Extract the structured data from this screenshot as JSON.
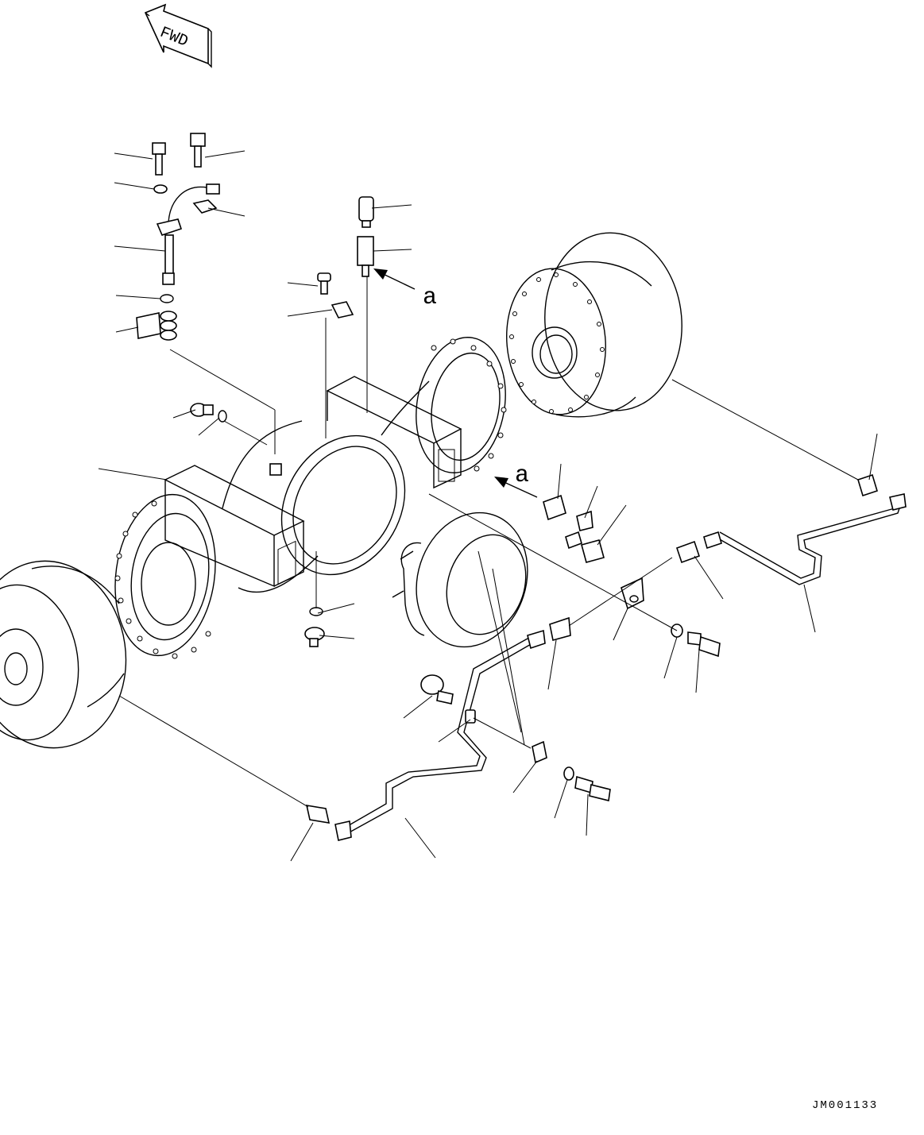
{
  "orientation_mark": "FWD",
  "view_marker": "a",
  "drawing_number": "JM001133"
}
